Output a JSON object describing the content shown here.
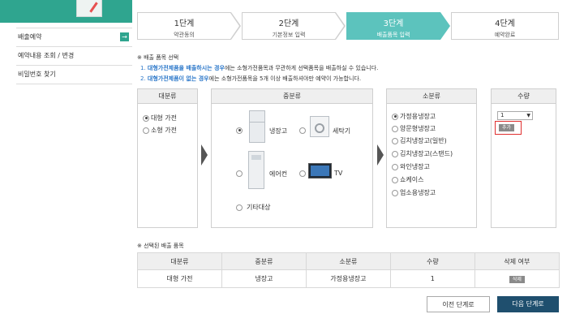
{
  "sidebar": {
    "items": [
      {
        "label": "배출예약"
      },
      {
        "label": "예약내용 조회 / 변경"
      },
      {
        "label": "비밀번호 찾기"
      }
    ],
    "active_arrow": "→"
  },
  "steps": [
    {
      "num": "1단계",
      "name": "약관동의"
    },
    {
      "num": "2단계",
      "name": "기본정보 입력"
    },
    {
      "num": "3단계",
      "name": "배출품목 입력"
    },
    {
      "num": "4단계",
      "name": "예약완료"
    }
  ],
  "notice": {
    "heading": "※ 배출 품목 선택",
    "line1_prefix": "1. ",
    "line1_bold": "대형가전제품을 배출하시는 경우",
    "line1_rest": "에는 소형가전품목과 무관하게 선택품목을 배출하실 수 있습니다.",
    "line2_prefix": "2. ",
    "line2_bold": "대형가전제품이 없는 경우",
    "line2_rest": "에는 소형가전품목을 5개 이상 배출하셔야만 예약이 가능합니다."
  },
  "category": {
    "header": "대분류",
    "options": [
      "대형 가전",
      "소형 가전"
    ]
  },
  "midcategory": {
    "header": "중분류",
    "options": [
      "냉장고",
      "세탁기",
      "에어컨",
      "TV",
      "기타대상"
    ]
  },
  "subcategory": {
    "header": "소분류",
    "options": [
      "가정용냉장고",
      "양문형냉장고",
      "김치냉장고(일반)",
      "김치냉장고(스탠드)",
      "와인냉장고",
      "쇼케이스",
      "업소용냉장고"
    ]
  },
  "quantity": {
    "header": "수량",
    "value": "1",
    "caret": "▼",
    "add_label": "추가"
  },
  "selected": {
    "title": "※ 선택된 배출 품목",
    "columns": [
      "대분류",
      "중분류",
      "소분류",
      "수량",
      "삭제 여부"
    ],
    "rows": [
      {
        "category": "대형 가전",
        "mid": "냉장고",
        "sub": "가정용냉장고",
        "qty": "1",
        "delete_label": "삭제"
      }
    ]
  },
  "buttons": {
    "prev": "이전 단계로",
    "next": "다음 단계로"
  }
}
